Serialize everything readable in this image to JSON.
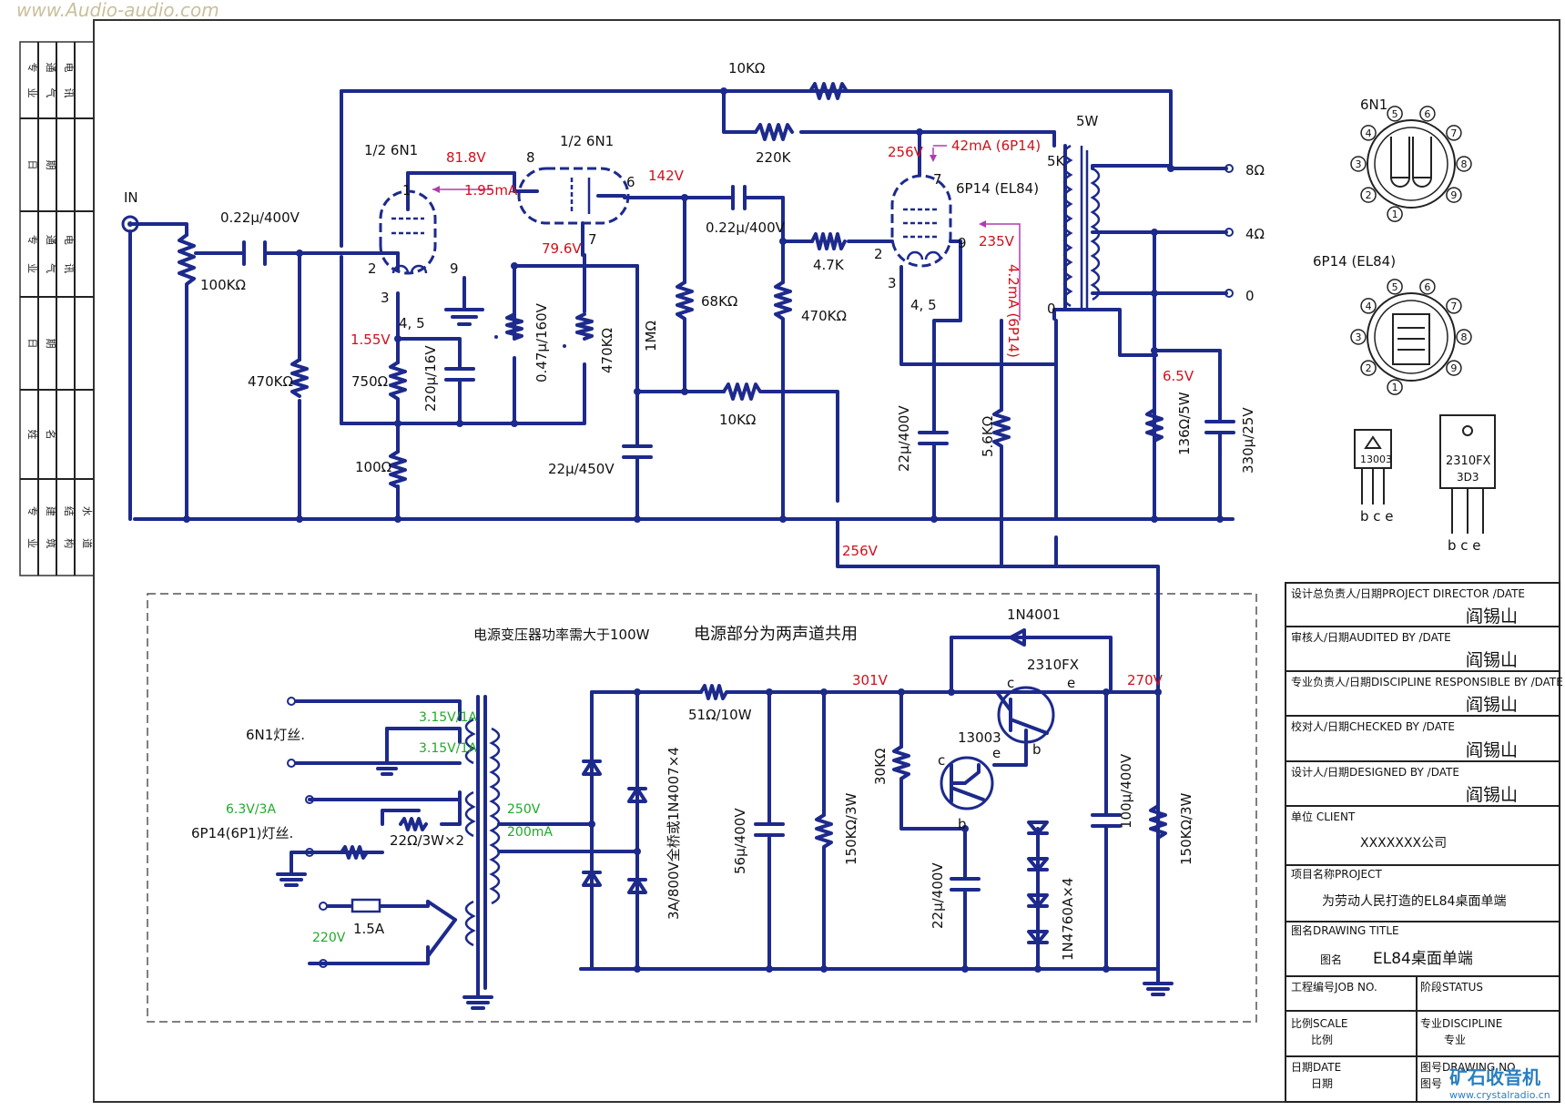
{
  "watermark": "www.Audio-audio.com",
  "left_column": [
    {
      "cells": [
        "专",
        "业",
        "通",
        "气",
        "电",
        "讯"
      ]
    },
    {
      "cells": [
        "日",
        "期"
      ]
    },
    {
      "cells": [
        "专",
        "业",
        "通",
        "气",
        "电",
        "讯"
      ]
    },
    {
      "cells": [
        "日",
        "期"
      ]
    },
    {
      "cells": [
        "姓",
        "名"
      ]
    },
    {
      "cells": [
        "专",
        "业",
        "建",
        "筑",
        "结",
        "构",
        "水",
        "道"
      ]
    }
  ],
  "amp": {
    "input_label": "IN",
    "tube1_label": "1/2 6N1",
    "tube2_label": "1/2 6N1",
    "output_tube_label": "6P14 (EL84)",
    "pins": {
      "t1_plate": "1",
      "t1_grid": "2",
      "t1_cathode": "3",
      "t1_heater": "4, 5",
      "t1_shield": "9",
      "t2_grid": "8",
      "t2_plate": "6",
      "t2_cathode": "7",
      "t3_plate": "7",
      "t3_grid": "2",
      "t3_cathode": "3",
      "t3_heater": "4, 5",
      "t3_screen": "9"
    },
    "components": {
      "c_in": "0.22μ/400V",
      "pot": "100KΩ",
      "r_grid": "470KΩ",
      "r_cathode": "750Ω",
      "c_cathode": "220μ/16V",
      "r_fb": "100Ω",
      "c_plate": "0.47μ/160V",
      "r_plate1": "470KΩ",
      "r_1m": "1MΩ",
      "r_68k": "68KΩ",
      "c_decouple": "22μ/450V",
      "r_10k_dec": "10KΩ",
      "c_couple": "0.22μ/400V",
      "r_470k_g": "470KΩ",
      "r_grid_stop": "4.7K",
      "r_nfb": "10KΩ",
      "r_220k": "220K",
      "c_cath3": "22μ/400V",
      "r_cath3": "5.6KΩ",
      "r_136": "136Ω/5W",
      "c_330": "330μ/25V",
      "xfmr_power": "5W",
      "xfmr_imp": "5K",
      "xfmr_zero": "0"
    },
    "voltages": {
      "v1": "81.8V",
      "i1": "1.95mA",
      "v2": "142V",
      "v3": "79.6V",
      "v4": "1.55V",
      "v5": "256V",
      "i5": "42mA (6P14)",
      "v6": "235V",
      "i6": "4.2mA (6P14)",
      "v7": "6.5V",
      "v8": "256V"
    },
    "outputs": [
      "8Ω",
      "4Ω",
      "0"
    ]
  },
  "pinouts": {
    "tube1": "6N1",
    "tube2": "6P14 (EL84)",
    "t1_pins": [
      "1",
      "2",
      "3",
      "4",
      "5",
      "6",
      "7",
      "8",
      "9"
    ],
    "t2_pins": [
      "1",
      "2",
      "3",
      "4",
      "5",
      "6",
      "7",
      "8",
      "9"
    ]
  },
  "transistors": [
    {
      "name": "13003",
      "pins": "b c e"
    },
    {
      "name": "2310FX",
      "sub": "3D3",
      "pins": "b c e"
    }
  ],
  "power": {
    "note_xfmr": "电源变压器功率需大于100W",
    "note_shared": "电源部分为两声道共用",
    "heater1": "6N1灯丝.",
    "h1a": "3.15V/1A",
    "h1b": "3.15V/1A",
    "heater2_v": "6.3V/3A",
    "heater2": "6P14(6P1)灯丝.",
    "r_heater": "22Ω/3W×2",
    "fuse": "1.5A",
    "mains": "220V",
    "sec_v": "250V",
    "sec_i": "200mA",
    "rect": "3A/800V全桥或1N4007×4",
    "r_51": "51Ω/10W",
    "c_56": "56μ/400V",
    "r_150a": "150KΩ/3W",
    "r_30k": "30KΩ",
    "c_22": "22μ/400V",
    "zener": "1N4760A×4",
    "diode": "1N4001",
    "q_driver": "13003",
    "q_pass": "2310FX",
    "c_100": "100μ/400V",
    "r_150b": "150KΩ/3W",
    "v301": "301V",
    "v270": "270V",
    "pins_q1": {
      "c": "c",
      "b": "b",
      "e": "e"
    },
    "pins_q2": {
      "c": "c",
      "b": "b",
      "e": "e"
    }
  },
  "title_block": {
    "rows": [
      {
        "label": "设计总负责人/日期PROJECT DIRECTOR /DATE",
        "value": "阎锡山"
      },
      {
        "label": "审核人/日期AUDITED BY /DATE",
        "value": "阎锡山"
      },
      {
        "label": "专业负责人/日期DISCIPLINE RESPONSIBLE BY /DATE",
        "value": "阎锡山"
      },
      {
        "label": "校对人/日期CHECKED BY /DATE",
        "value": "阎锡山"
      },
      {
        "label": "设计人/日期DESIGNED BY /DATE",
        "value": "阎锡山"
      }
    ],
    "client_label": "单位    CLIENT",
    "client_value": "XXXXXXX公司",
    "project_label": "项目名称PROJECT",
    "project_value": "为劳动人民打造的EL84桌面单端",
    "drawing_label": "图名DRAWING TITLE",
    "drawing_prefix": "图名",
    "drawing_value": "EL84桌面单端",
    "job_label": "工程编号JOB NO.",
    "status_label": "阶段STATUS",
    "scale_label": "比例SCALE",
    "scale_value": "比例",
    "discipline_label": "专业DISCIPLINE",
    "discipline_value": "专业",
    "date_label": "日期DATE",
    "date_value": "日期",
    "dwgno_label": "图号DRAWING NO.",
    "dwgno_value": "图号"
  },
  "logo": {
    "cn": "矿石收音机",
    "url": "www.crystalradio.cn"
  }
}
